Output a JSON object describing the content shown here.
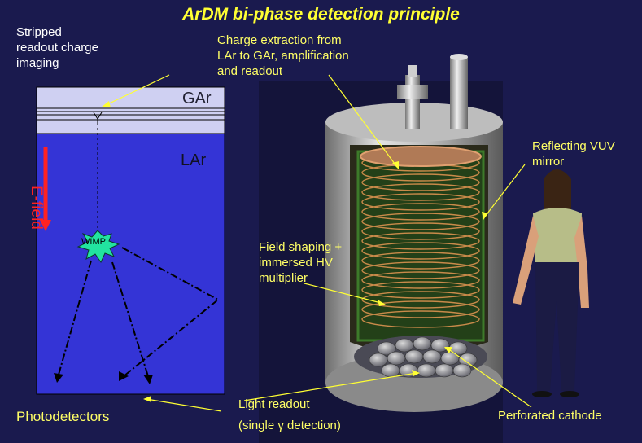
{
  "title": "ArDM bi-phase detection principle",
  "labels": {
    "stripped": "Stripped\nreadout charge\nimaging",
    "charge_extraction": "Charge extraction from\nLAr to GAr, amplification\nand readout",
    "reflecting_vuv": "Reflecting VUV\nmirror",
    "field_shaping": "Field shaping +\nimmersed HV\nmultiplier",
    "light_readout": "Light readout\n(single γ detection)",
    "photodetectors": "Photodetectors",
    "perforated_cathode": "Perforated cathode"
  },
  "schematic": {
    "gas_label": "GAr",
    "liquid_label": "LAr",
    "efield_label": "E-field",
    "wimp_label": "WIMP"
  },
  "colors": {
    "background": "#1a1a4e",
    "label_text": "#ffff66",
    "liquid": "#3434d6",
    "gas": "#cfd0f2",
    "efield": "#ff2222",
    "wimp": "#22e3a0"
  }
}
